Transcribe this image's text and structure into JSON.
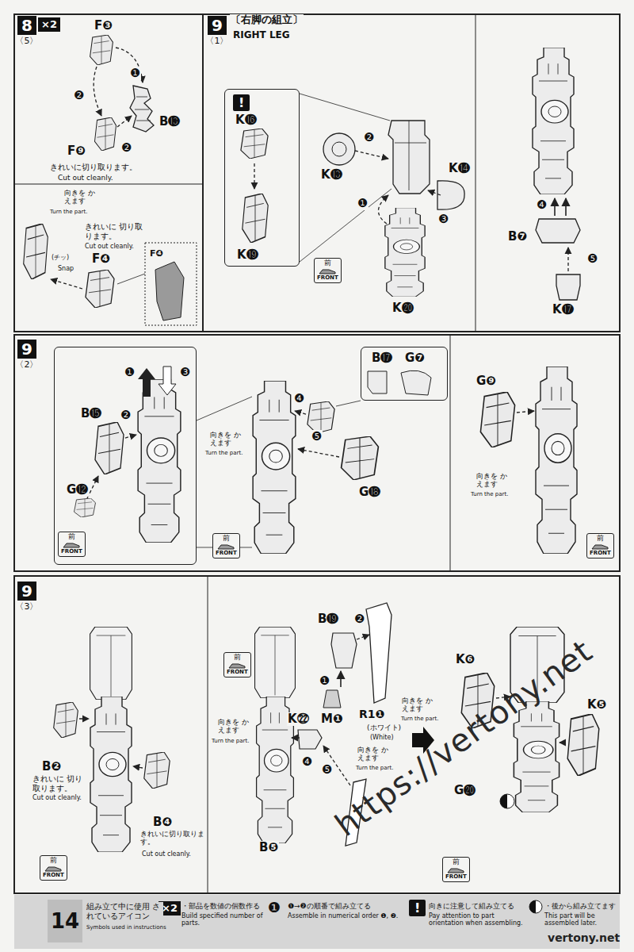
{
  "diagram": {
    "nodes": [
      {
        "text": [
          "8",
          "〈5〉"
        ]
      },
      {
        "text": [
          "×2"
        ]
      },
      {
        "text": [
          "9",
          "〈1〉"
        ]
      },
      {
        "text": [
          "K⓰",
          "K⓳"
        ]
      },
      {
        "text": [
          "!"
        ],
        "in": 3
      },
      {
        "text": [
          "前",
          "FRONT"
        ]
      },
      {
        "text": [
          "9",
          "〈2〉"
        ]
      },
      {
        "text": [
          "❶",
          "❸",
          "❷",
          "B⓯",
          "G⓬"
        ]
      },
      {
        "text": [
          "前",
          "FRONT"
        ],
        "in": 7
      },
      {
        "text": [
          "前",
          "FRONT"
        ]
      },
      {
        "text": [
          "B⓱",
          "G❼"
        ]
      },
      {
        "text": [
          "前",
          "FRONT"
        ]
      },
      {
        "text": [
          "9",
          "〈3〉"
        ]
      },
      {
        "text": [
          "前",
          "FRONT"
        ]
      },
      {
        "text": [
          "前",
          "FRONT"
        ]
      },
      {
        "text": [
          "前",
          "FRONT"
        ]
      },
      {
        "text": [
          "14"
        ]
      },
      {
        "text": [
          "×2"
        ]
      },
      {
        "text": [
          "❶"
        ]
      },
      {
        "text": [
          "!"
        ]
      }
    ],
    "labels": [
      "F❸",
      "❶",
      "❷",
      "B⓭",
      "❷",
      "F❾",
      "きれいに切り取ります。",
      "Cut out cleanly.",
      "向きを かえます",
      "Turn the part.",
      "きれいに 切り取ります。",
      "Cut out cleanly.",
      "F❹",
      "(チッ)",
      "Snap",
      "F❹",
      "〔右脚の組立〕",
      "RIGHT LEG",
      "K⓭",
      "K⓮",
      "K⓴",
      "❷",
      "❶",
      "❸",
      "❹",
      "B❼",
      "❺",
      "K⓱",
      "❹",
      "❺",
      "G⓲",
      "向きを かえます",
      "Turn the part.",
      "G❾",
      "向きを かえます",
      "Turn the part.",
      "B❷",
      "きれいに 切り取ります。",
      "Cut out cleanly.",
      "B❹",
      "きれいに切り取ります。",
      "Cut out cleanly.",
      "K㉒",
      "❹",
      "❺",
      "B❺",
      "向きを かえます",
      "Turn the part.",
      "B⓳",
      "❷",
      "❶",
      "M❶",
      "R1❶",
      "(ホワイト)",
      "(White)",
      "向きを かえます",
      "Turn the part.",
      "向きを かえます",
      "Turn the part.",
      "K❻",
      "K❺",
      "G⓴",
      "組み立て中に使用 されているアイコン",
      "Symbols used in instructions",
      "・部品を数値の個数作る",
      "Build specified number of parts.",
      "❶→❷の順番で組み立てる",
      "Assemble in numerical order ❶, ❷.",
      "向きに注意して組み立てる",
      "Pay attention to part orientation when assembling.",
      "・後から組み立てます",
      "This part will be assembled later.",
      "https://vertony.net",
      "vertony.net"
    ]
  }
}
